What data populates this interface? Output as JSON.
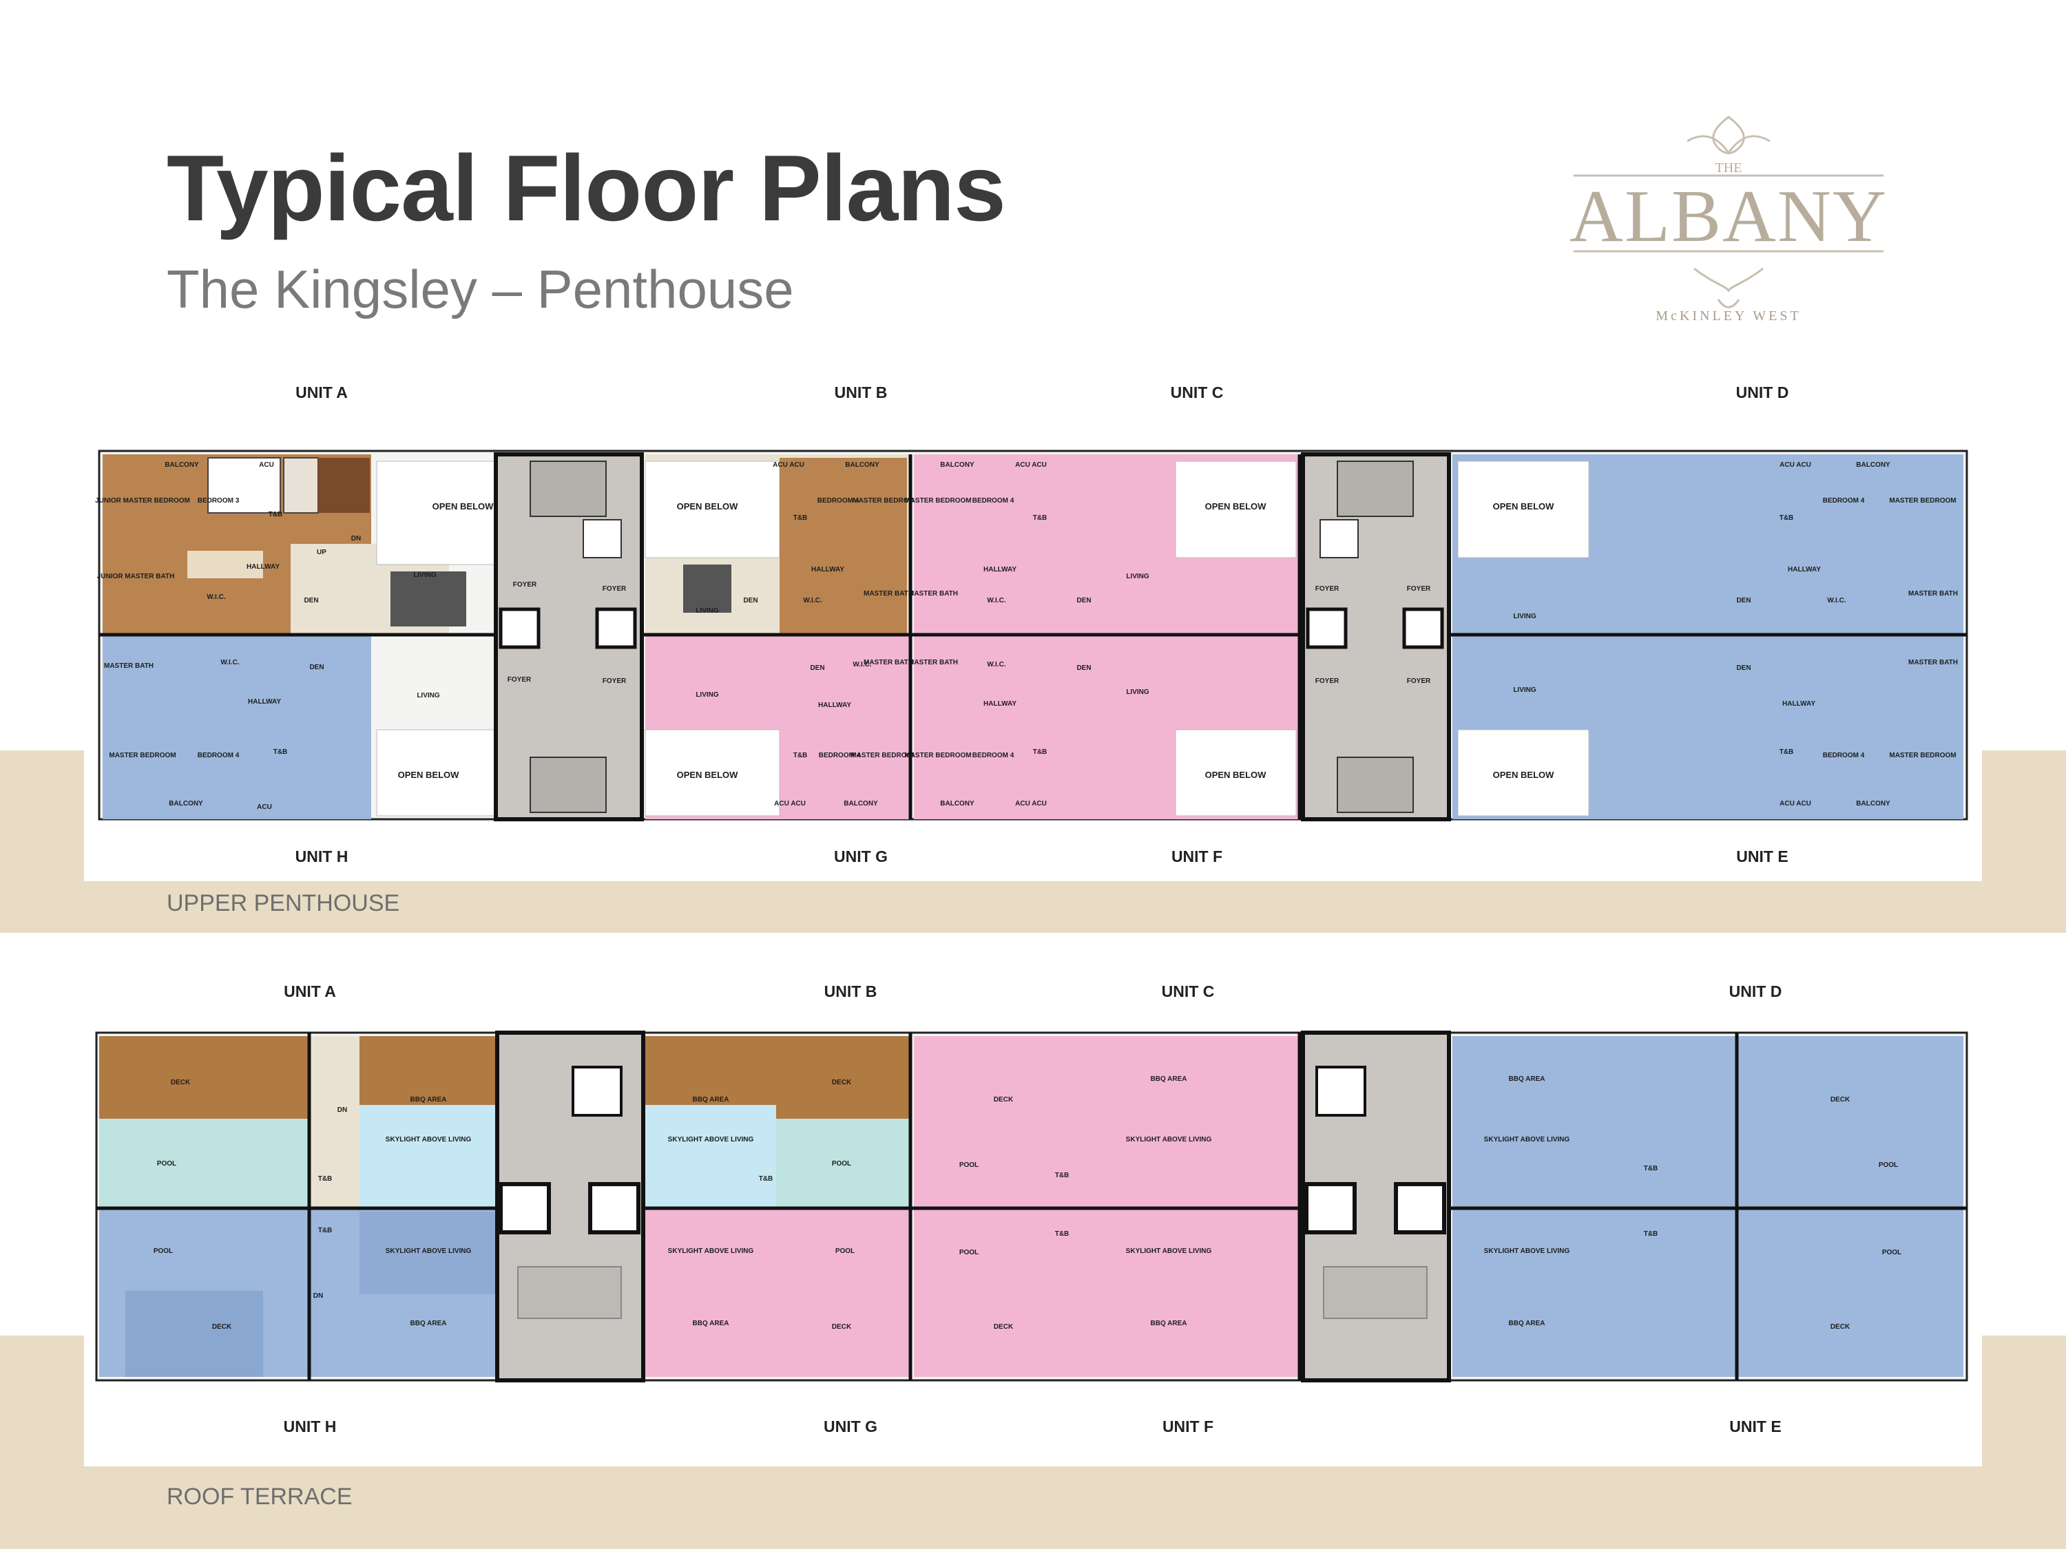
{
  "header": {
    "title": "Typical Floor Plans",
    "subtitle": "The Kingsley – Penthouse"
  },
  "logo": {
    "small_top": "THE",
    "name": "ALBANY",
    "tagline": "McKINLEY WEST"
  },
  "colors": {
    "band": "#e8dcc4",
    "blue_unit": "#9db8dc",
    "pink_unit": "#f2b6d3",
    "wood_unit": "#b07a43",
    "core": "#c9c6c2",
    "pool": "#bfe3e0"
  },
  "upper_penthouse": {
    "label": "UPPER PENTHOUSE",
    "top_units": [
      "UNIT A",
      "UNIT B",
      "UNIT C",
      "UNIT D"
    ],
    "bottom_units": [
      "UNIT H",
      "UNIT G",
      "UNIT F",
      "UNIT E"
    ],
    "rooms": {
      "balcony": "BALCONY",
      "acu": "ACU",
      "acu_pair": "ACU  ACU",
      "open_below": "OPEN BELOW",
      "junior_master_bedroom": "JUNIOR MASTER BEDROOM",
      "junior_master_bath": "JUNIOR MASTER BATH",
      "master_bedroom": "MASTER BEDROOM",
      "master_bath": "MASTER BATH",
      "bedroom_3": "BEDROOM 3",
      "bedroom_4": "BEDROOM 4",
      "tb": "T&B",
      "hallway": "HALLWAY",
      "living": "LIVING",
      "den": "DEN",
      "wic": "W.I.C.",
      "foyer": "FOYER",
      "up": "UP",
      "dn": "DN"
    }
  },
  "roof_terrace": {
    "label": "ROOF TERRACE",
    "top_units": [
      "UNIT A",
      "UNIT B",
      "UNIT C",
      "UNIT D"
    ],
    "bottom_units": [
      "UNIT H",
      "UNIT G",
      "UNIT F",
      "UNIT E"
    ],
    "rooms": {
      "deck": "DECK",
      "pool": "POOL",
      "bbq_area": "BBQ AREA",
      "skylight": "SKYLIGHT ABOVE LIVING",
      "tb": "T&B",
      "dn": "DN"
    }
  }
}
